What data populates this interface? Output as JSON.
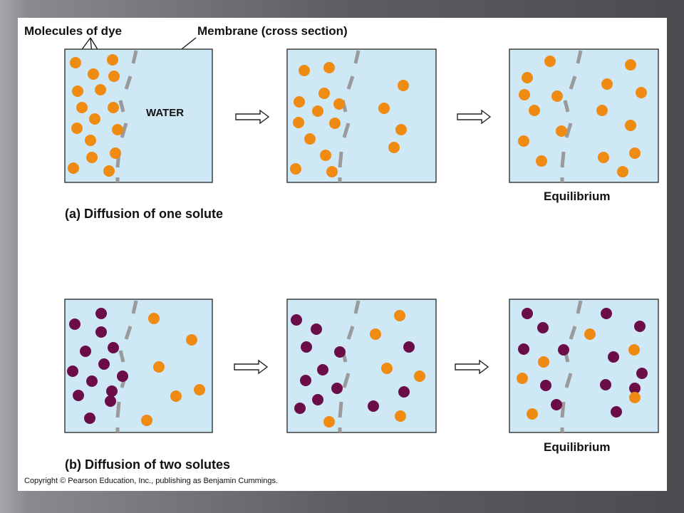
{
  "labels": {
    "dye": "Molecules of dye",
    "membrane": "Membrane (cross section)",
    "water": "WATER",
    "caption_a": "(a) Diffusion of one solute",
    "caption_b": "(b) Diffusion of two solutes",
    "equilibrium_a": "Equilibrium",
    "equilibrium_b": "Equilibrium",
    "copyright": "Copyright © Pearson Education, Inc., publishing as Benjamin Cummings."
  },
  "colors": {
    "panel_fill": "#cfe8f6",
    "panel_border": "#333333",
    "membrane": "#9a9a9a",
    "dye_orange": "#ef8a12",
    "dye_purple": "#6b0e47"
  }
}
